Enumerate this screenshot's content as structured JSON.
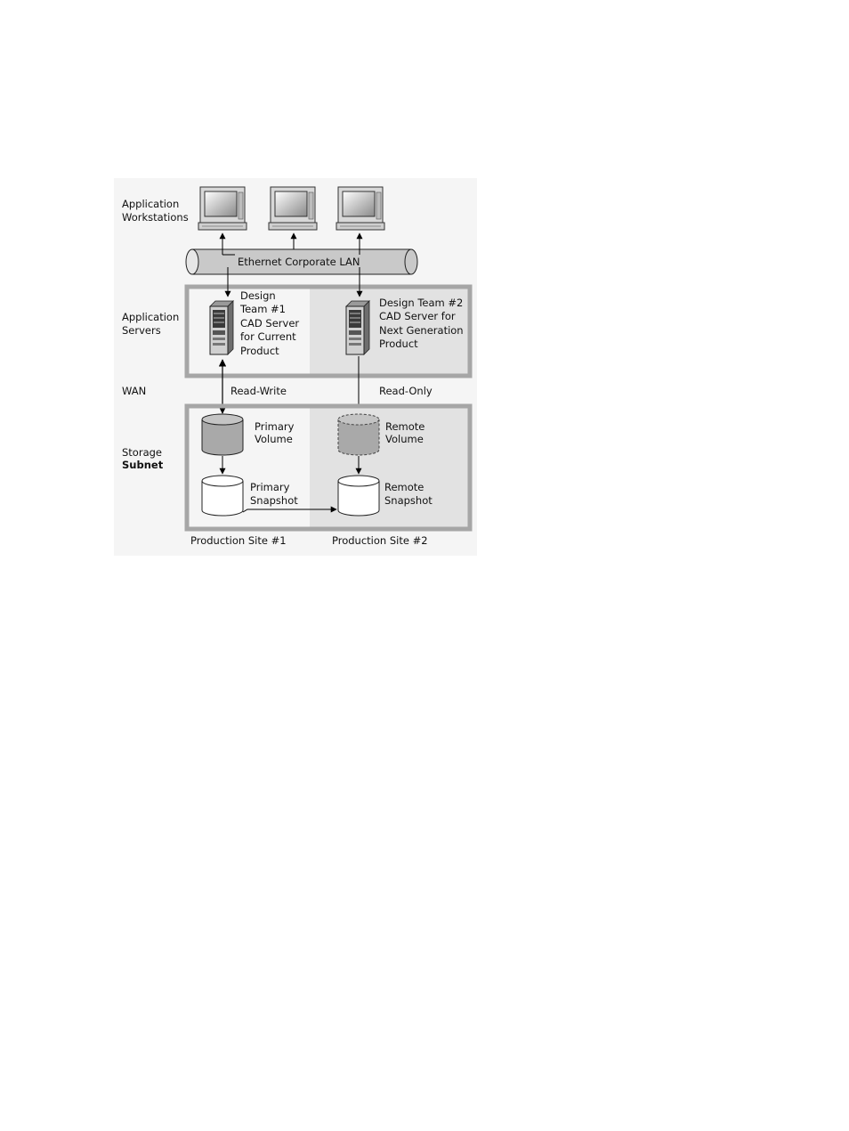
{
  "row_labels": {
    "workstations": [
      "Application",
      "Workstations"
    ],
    "servers": [
      "Application",
      "Servers"
    ],
    "wan": "WAN",
    "storage": [
      "Storage",
      "Subnet"
    ]
  },
  "lan_label": "Ethernet Corporate LAN",
  "server1_label": [
    "Design",
    "Team #1",
    "CAD Server",
    "for Current",
    "Product"
  ],
  "server2_label": [
    "Design Team #2",
    "CAD Server for",
    "Next Generation",
    "Product"
  ],
  "link_labels": {
    "read_write": "Read-Write",
    "read_only": "Read-Only"
  },
  "volumes": {
    "primary_volume": [
      "Primary",
      "Volume"
    ],
    "primary_snapshot": [
      "Primary",
      "Snapshot"
    ],
    "remote_volume": [
      "Remote",
      "Volume"
    ],
    "remote_snapshot": [
      "Remote",
      "Snapshot"
    ]
  },
  "site_labels": {
    "site1": "Production Site #1",
    "site2": "Production Site #2"
  },
  "colors": {
    "panel_bg": "#f5f5f5",
    "site2_shade": "#e2e2e2",
    "panel_border": "#a6a6a6",
    "cylinder_gray": "#a9a9a9",
    "lan_pipe": "#c9c9c9"
  },
  "icons": [
    "workstation-icon",
    "server-icon",
    "disk-cylinder-icon",
    "lan-pipe-icon"
  ]
}
